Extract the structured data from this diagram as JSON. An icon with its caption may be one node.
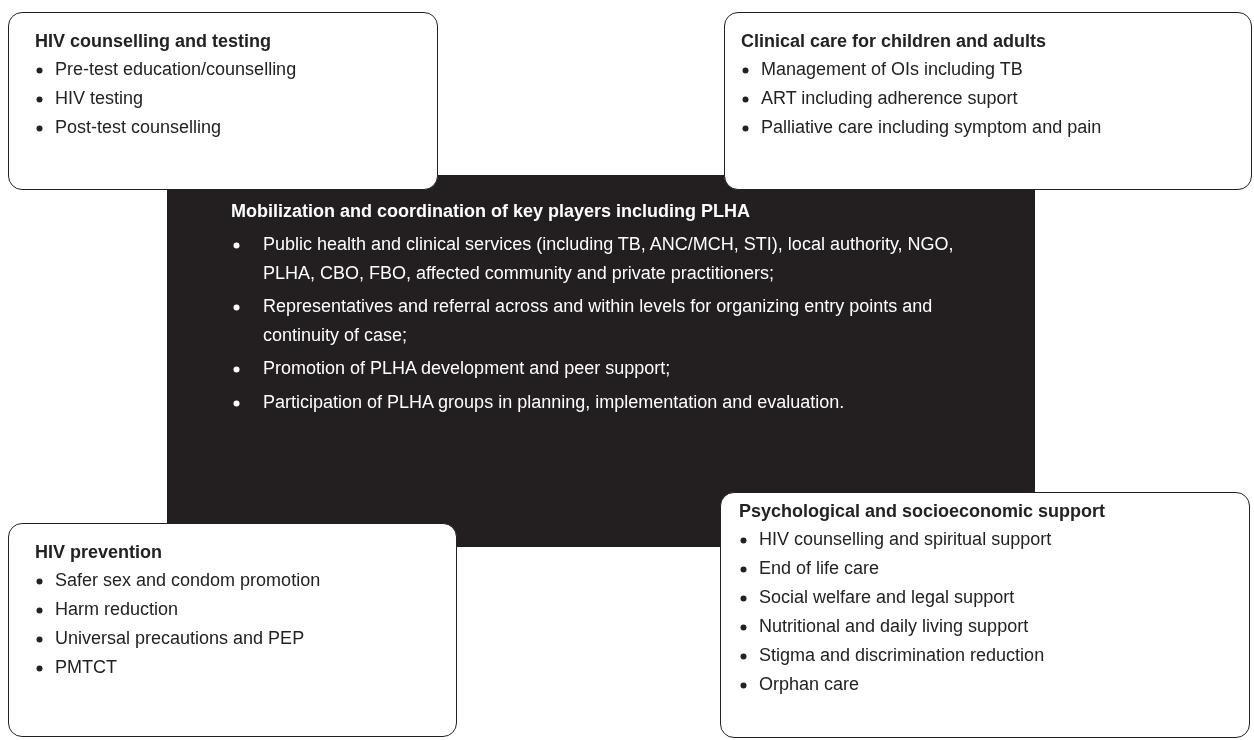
{
  "diagram": {
    "nodes": [
      {
        "text": [
          "HIV counselling and testing",
          "Pre-test education/counselling",
          "HIV testing",
          "Post-test counselling"
        ]
      },
      {
        "text": [
          "Clinical care for children and adults",
          "Management of OIs including TB",
          "ART including adherence suport",
          "Palliative care including symptom and pain"
        ]
      },
      {
        "text": [
          "Mobilization and coordination of key players including PLHA",
          "Public health and clinical services (including TB, ANC/MCH, STI), local authority, NGO, PLHA, CBO, FBO, affected community and private practitioners;",
          "Representatives and referral across and within levels for organizing entry points and continuity of case;",
          "Promotion of PLHA development and peer support;",
          "Participation of PLHA groups in planning, implementation and evaluation."
        ]
      },
      {
        "text": [
          "HIV prevention",
          "Safer sex and condom promotion",
          "Harm reduction",
          "Universal precautions and PEP",
          "PMTCT"
        ]
      },
      {
        "text": [
          "Psychological and socioeconomic support",
          "HIV counselling and spiritual support",
          "End of life care",
          "Social welfare and legal support",
          "Nutritional and daily living support",
          "Stigma and discrimination reduction",
          "Orphan care"
        ]
      }
    ],
    "edges": []
  }
}
